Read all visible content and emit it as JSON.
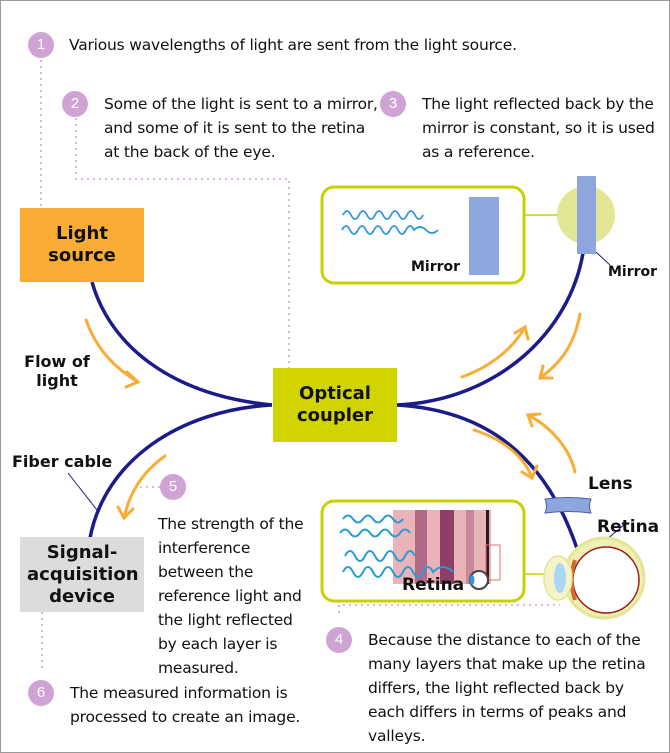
{
  "steps": [
    {
      "number": "1",
      "text": "Various wavelengths of light are sent from the light source."
    },
    {
      "number": "2",
      "text": "Some of the light is sent to a mirror, and some of it is sent to the retina at the back of the eye."
    },
    {
      "number": "3",
      "text": "The light reflected back by the mirror is constant, so it is used as a reference."
    },
    {
      "number": "4",
      "text": "Because the distance to each of the many layers that make up the retina differs, the light reflected back by each differs in terms of peaks and valleys."
    },
    {
      "number": "5",
      "text": "The strength of the interference between the reference light and the light reflected by each layer is measured."
    },
    {
      "number": "6",
      "text": "The measured information is processed to create an image."
    }
  ],
  "components": {
    "light_source": "Light source",
    "optical_coupler": "Optical coupler",
    "signal_acquisition": "Signal-acquisition device"
  },
  "labels": {
    "flow_of_light": "Flow of light",
    "fiber_cable": "Fiber cable",
    "mirror_inset": "Mirror",
    "mirror": "Mirror",
    "lens": "Lens",
    "retina": "Retina",
    "retina_inset": "Retina"
  },
  "colors": {
    "badge": "#cfa3d3",
    "light_source": "#f9ad35",
    "optical_coupler": "#d2d400",
    "signal_acquisition": "#dcdcdc",
    "fiber": "#1b1c8a",
    "flow_arrow": "#f9ad35",
    "inset_border": "#c9d000",
    "mirror": "#8ea6de",
    "wave": "#2b9ad8"
  }
}
